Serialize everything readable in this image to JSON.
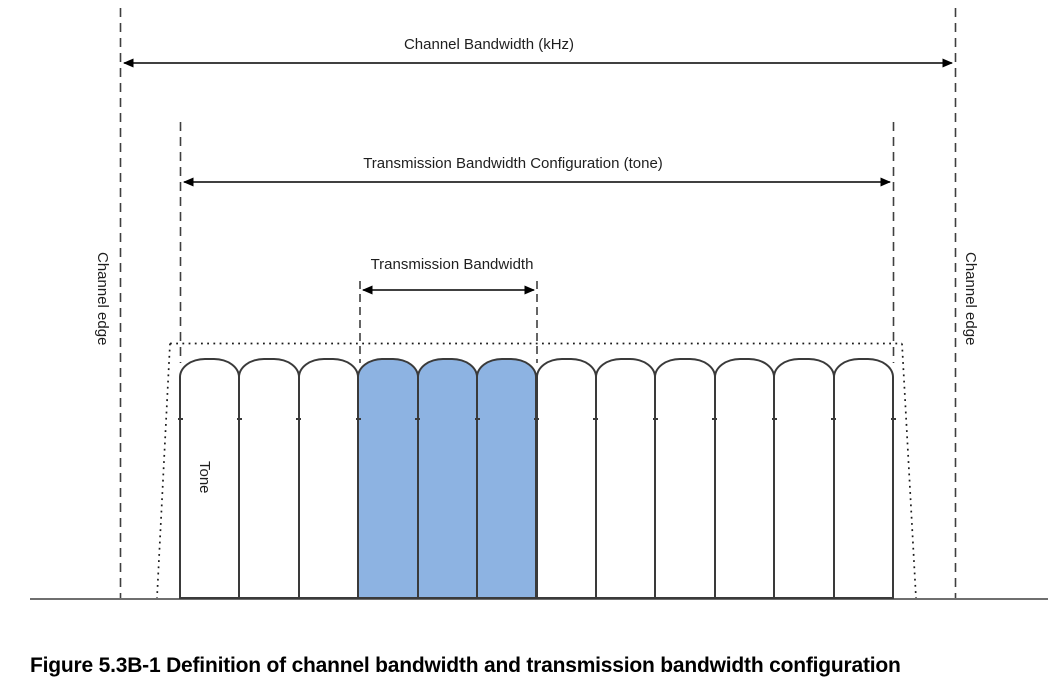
{
  "diagram": {
    "channel_bandwidth_label": "Channel Bandwidth (kHz)",
    "transmission_bandwidth_configuration_label": "Transmission Bandwidth Configuration (tone)",
    "transmission_bandwidth_label": "Transmission Bandwidth",
    "channel_edge_left_label": "Channel edge",
    "channel_edge_right_label": "Channel edge",
    "tone_label": "Tone",
    "tones": {
      "count": 12,
      "highlighted_indices": [
        3,
        4,
        5
      ],
      "default_fill": "#ffffff",
      "highlight_fill": "#8db3e2",
      "stroke_color": "#3a3a3a"
    },
    "colors": {
      "line": "#000000",
      "dashed_line": "#3f3f3f",
      "dotted_line": "#1a1a1a",
      "baseline": "#6f6f6f"
    }
  },
  "caption": "Figure 5.3B-1 Definition of channel bandwidth and transmission bandwidth configuration"
}
